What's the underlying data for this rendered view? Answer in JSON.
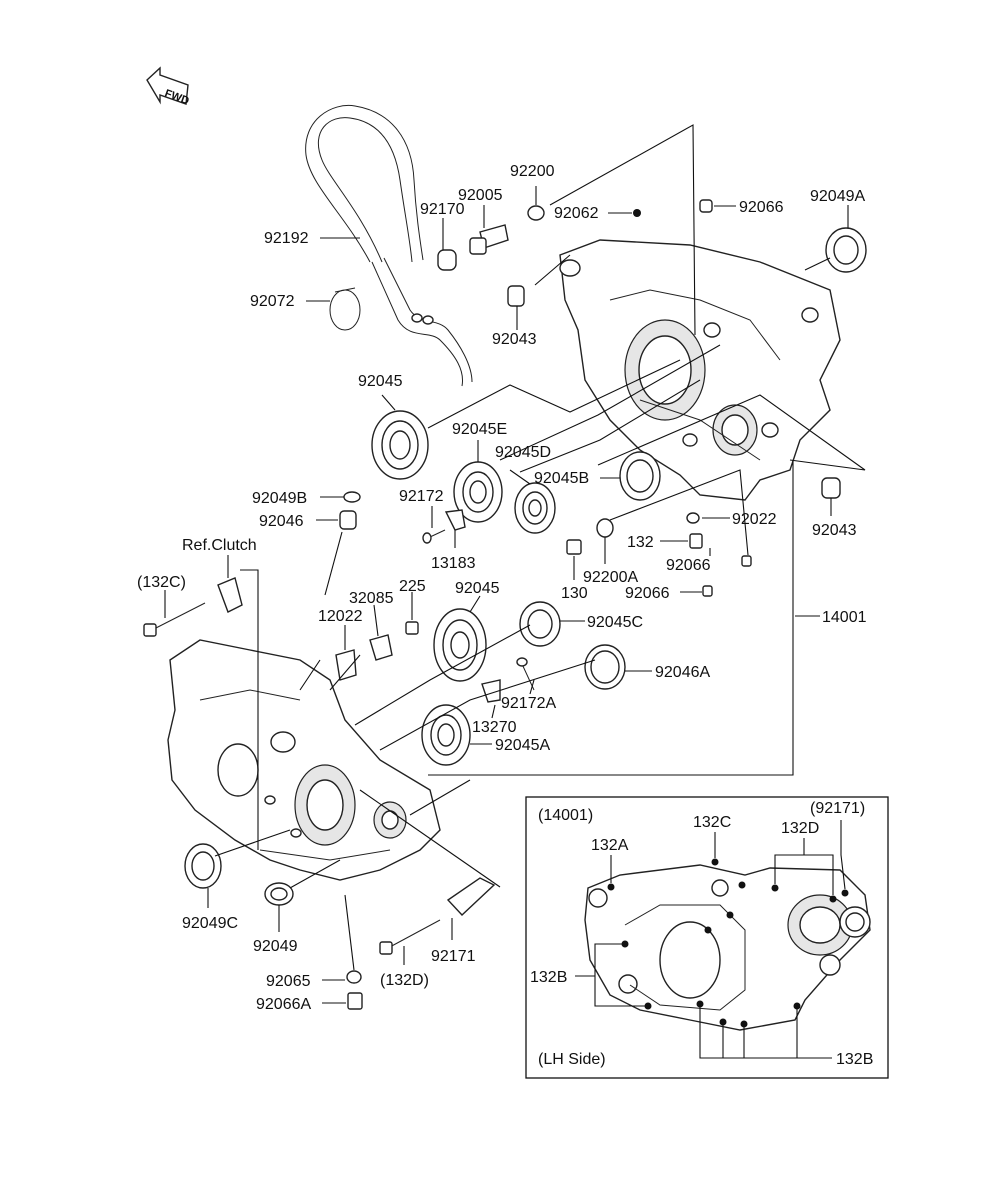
{
  "diagram": {
    "fwd_badge": "FWD",
    "ref_label": "Ref.Clutch",
    "labels": {
      "p92200": "92200",
      "p92005": "92005",
      "p92170": "92170",
      "p92062": "92062",
      "p92066_top": "92066",
      "p92049A": "92049A",
      "p92192": "92192",
      "p92072": "92072",
      "p92043_top": "92043",
      "p92045_top": "92045",
      "p92045E": "92045E",
      "p92045D": "92045D",
      "p92045B": "92045B",
      "p92049B": "92049B",
      "p92172": "92172",
      "p92046": "92046",
      "p13183": "13183",
      "p92022": "92022",
      "p92043_right": "92043",
      "p132": "132",
      "p92066_mid": "92066",
      "p130": "130",
      "p92200A": "92200A",
      "p92066_low": "92066",
      "p132C": "(132C)",
      "p32085": "32085",
      "p225": "225",
      "p12022": "12022",
      "p92045_mid": "92045",
      "p92045C": "92045C",
      "p14001": "14001",
      "p92046A": "92046A",
      "p92172A": "92172A",
      "p13270": "13270",
      "p92045A": "92045A",
      "p92049C": "92049C",
      "p92049": "92049",
      "p92171": "92171",
      "p132D": "(132D)",
      "p92065": "92065",
      "p92066A": "92066A"
    },
    "inset": {
      "title": "(14001)",
      "side": "(LH Side)",
      "l132A": "132A",
      "l132C": "132C",
      "l132D": "132D",
      "l92171": "(92171)",
      "l132B_left": "132B",
      "l132B_right": "132B"
    }
  }
}
